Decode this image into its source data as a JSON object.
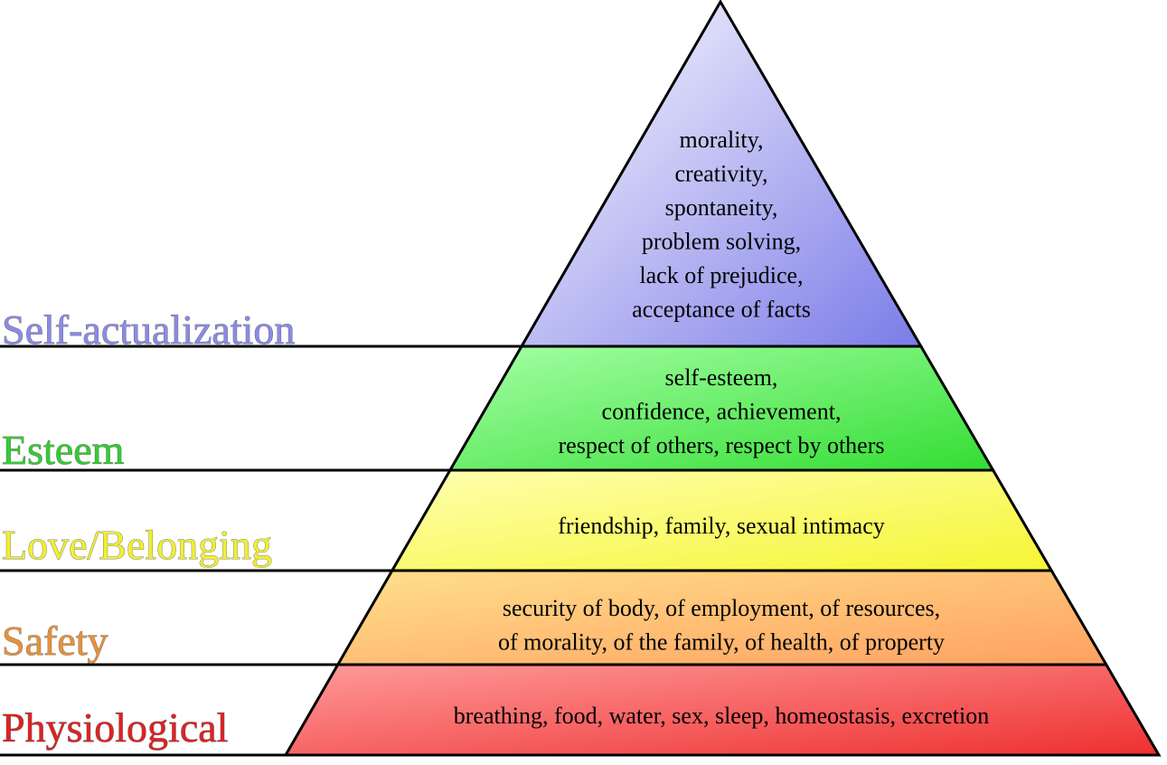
{
  "levels": [
    {
      "name": "Self-actualization",
      "color": "#8a8ae6",
      "gradient": [
        "#ffffff",
        "#7b7be8"
      ],
      "items": [
        "morality,",
        "creativity,",
        "spontaneity,",
        "problem solving,",
        "lack of prejudice,",
        "acceptance of facts"
      ]
    },
    {
      "name": "Esteem",
      "color": "#33cc33",
      "gradient": [
        "#a6ffa6",
        "#33dd33"
      ],
      "items": [
        "self-esteem,",
        "confidence, achievement,",
        "respect of others, respect by others"
      ]
    },
    {
      "name": "Love/Belonging",
      "color": "#f0f030",
      "gradient": [
        "#ffffb0",
        "#f5f534"
      ],
      "items": [
        "friendship, family, sexual intimacy"
      ]
    },
    {
      "name": "Safety",
      "color": "#e8903a",
      "gradient": [
        "#ffe08c",
        "#ffa060"
      ],
      "items": [
        "security of body, of employment, of resources,",
        "of morality, of the family, of health, of property"
      ]
    },
    {
      "name": "Physiological",
      "color": "#dd2222",
      "gradient": [
        "#ff9a9a",
        "#ee3030"
      ],
      "items": [
        "breathing, food, water, sex, sleep, homeostasis, excretion"
      ]
    }
  ]
}
